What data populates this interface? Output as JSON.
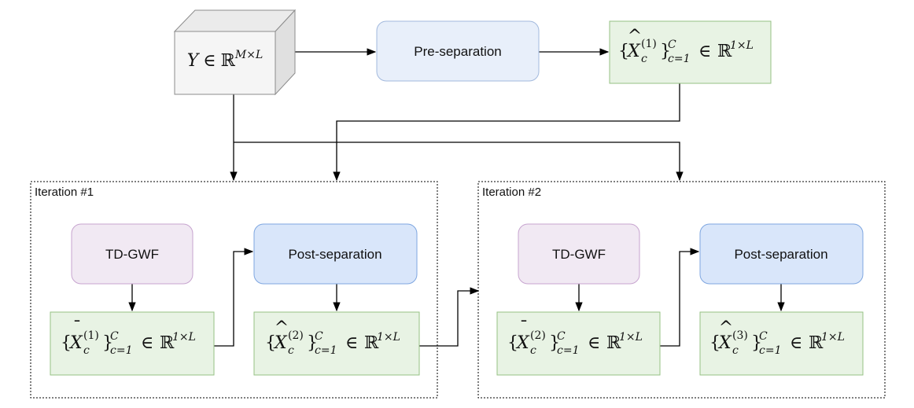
{
  "input": {
    "symbol": "Y",
    "rel": "∈",
    "space": "ℝ",
    "dims": "M×L"
  },
  "pre_separation": {
    "label": "Pre-separation"
  },
  "estimate_1": {
    "lbrace": "{",
    "var": "X",
    "accent": "^",
    "sup": "(1)",
    "sub": "c",
    "rbrace": "}",
    "range_sup": "C",
    "range_sub": "c=1",
    "rel": "∈",
    "space": "ℝ",
    "dims": "1×L"
  },
  "iteration_1": {
    "label": "Iteration #1",
    "tdgwf_label": "TD-GWF",
    "post_label": "Post-separation",
    "filtered": {
      "lbrace": "{",
      "var": "X",
      "accent": "¯",
      "sup": "(1)",
      "sub": "c",
      "rbrace": "}",
      "range_sup": "C",
      "range_sub": "c=1",
      "rel": "∈",
      "space": "ℝ",
      "dims": "1×L"
    },
    "estimate": {
      "lbrace": "{",
      "var": "X",
      "accent": "^",
      "sup": "(2)",
      "sub": "c",
      "rbrace": "}",
      "range_sup": "C",
      "range_sub": "c=1",
      "rel": "∈",
      "space": "ℝ",
      "dims": "1×L"
    }
  },
  "iteration_2": {
    "label": "Iteration #2",
    "tdgwf_label": "TD-GWF",
    "post_label": "Post-separation",
    "filtered": {
      "lbrace": "{",
      "var": "X",
      "accent": "¯",
      "sup": "(2)",
      "sub": "c",
      "rbrace": "}",
      "range_sup": "C",
      "range_sub": "c=1",
      "rel": "∈",
      "space": "ℝ",
      "dims": "1×L"
    },
    "estimate": {
      "lbrace": "{",
      "var": "X",
      "accent": "^",
      "sup": "(3)",
      "sub": "c",
      "rbrace": "}",
      "range_sup": "C",
      "range_sub": "c=1",
      "rel": "∈",
      "space": "ℝ",
      "dims": "1×L"
    }
  },
  "colors": {
    "green_fill": "#e8f3e4",
    "green_stroke": "#96c283",
    "purple_fill": "#f1e9f3",
    "purple_stroke": "#c7a4cf",
    "blue_fill": "#d9e6fa",
    "blue_stroke": "#7ea6e0",
    "light_blue_fill": "#e8effa",
    "light_blue_stroke": "#a2b9dd",
    "cube_front": "#f5f5f5",
    "cube_top": "#ebebeb",
    "cube_side": "#e0e0e0",
    "cube_stroke": "#8c8c8c"
  }
}
